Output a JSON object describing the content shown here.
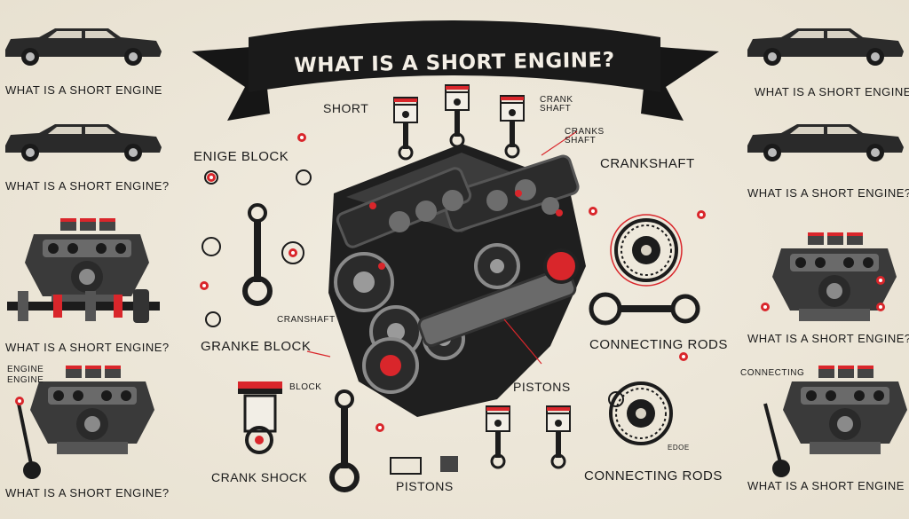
{
  "banner": {
    "title": "WHAT IS A SHORT ENGINE?"
  },
  "left_column": {
    "caption_1": "WHAT IS A SHORT ENGINE",
    "caption_2": "WHAT IS A SHORT ENGINE?",
    "caption_3": "WHAT IS A SHORT ENGINE?",
    "caption_4": "WHAT IS A SHORT ENGINE?",
    "side_note_1": "ENGINE",
    "side_note_2": "ENGINE"
  },
  "right_column": {
    "caption_1": "WHAT IS A SHORT ENGINE",
    "caption_2": "WHAT IS A SHORT ENGINE?",
    "caption_3": "WHAT IS A SHORT ENGINE?",
    "caption_4": "WHAT IS A SHORT ENGINE",
    "side_note": "CONNECTING"
  },
  "center_labels": {
    "short": "SHORT",
    "crank_shaft_top": "CRANK\nSHAFT",
    "cranks_shaft": "CRANKS\nSHAFT",
    "engine_block": "ENIGE BLOCK",
    "crankshaft": "CRANKSHAFT",
    "cranshaft": "CRANSHAFT",
    "cranke_block": "GRANKE BLOCK",
    "connecting_rods_1": "CONNECTING RODS",
    "block": "BLOCK",
    "pistons_1": "PISTONS",
    "crank_shock": "CRANK SHOCK",
    "pistons_2": "PISTONS",
    "connecting_rods_2": "CONNECTING RODS",
    "edoe": "EDOE"
  },
  "colors": {
    "accent": "#d9262b",
    "ink": "#1c1c1c",
    "paper": "#ece6d8",
    "banner": "#1a1a1a"
  }
}
